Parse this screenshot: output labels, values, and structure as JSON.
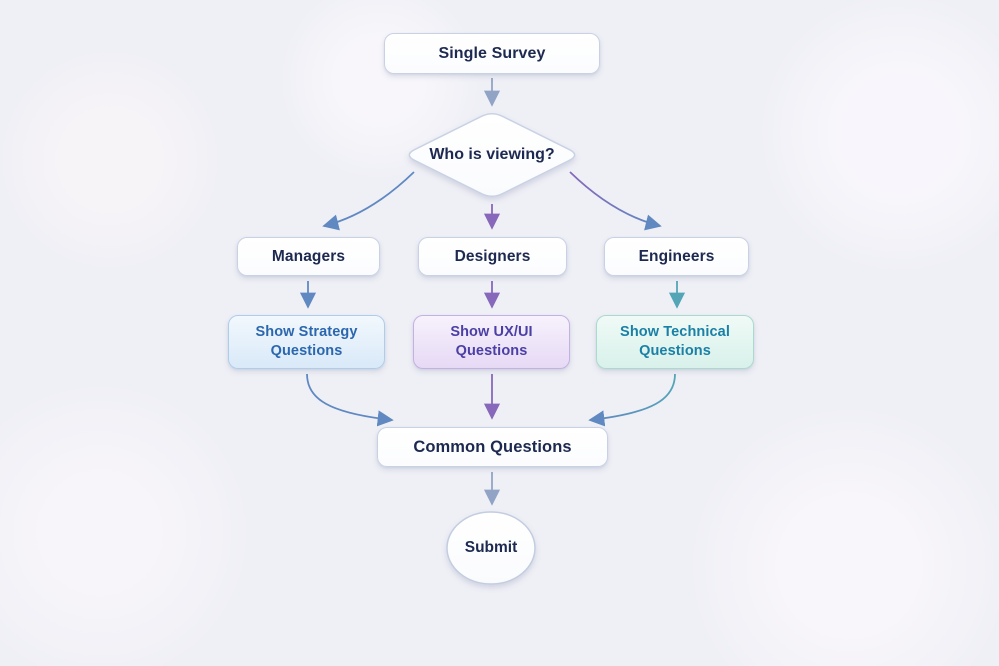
{
  "diagram_type": "flowchart",
  "nodes": {
    "start": {
      "label": "Single Survey",
      "shape": "rounded-rect"
    },
    "decision": {
      "label": "Who is viewing?",
      "shape": "diamond"
    },
    "managers": {
      "label": "Managers",
      "shape": "rounded-rect"
    },
    "designers": {
      "label": "Designers",
      "shape": "rounded-rect"
    },
    "engineers": {
      "label": "Engineers",
      "shape": "rounded-rect"
    },
    "strategy": {
      "label": "Show Strategy Questions",
      "shape": "rounded-rect",
      "accent": "#2b67ae"
    },
    "uxui": {
      "label": "Show UX/UI Questions",
      "shape": "rounded-rect",
      "accent": "#4b3fa5"
    },
    "technical": {
      "label": "Show Technical Questions",
      "shape": "rounded-rect",
      "accent": "#1a80a6"
    },
    "common": {
      "label": "Common Questions",
      "shape": "rounded-rect"
    },
    "submit": {
      "label": "Submit",
      "shape": "ellipse"
    }
  },
  "edges": [
    {
      "from": "start",
      "to": "decision",
      "color": "#92a4c6"
    },
    {
      "from": "decision",
      "to": "managers",
      "color": "#6089c2"
    },
    {
      "from": "decision",
      "to": "designers",
      "color": "#8768ba"
    },
    {
      "from": "decision",
      "to": "engineers",
      "color": "#8768ba-#6089c2"
    },
    {
      "from": "managers",
      "to": "strategy",
      "color": "#6089c2"
    },
    {
      "from": "designers",
      "to": "uxui",
      "color": "#8768ba"
    },
    {
      "from": "engineers",
      "to": "technical",
      "color": "#54a6b6"
    },
    {
      "from": "strategy",
      "to": "common",
      "color": "#6089c2"
    },
    {
      "from": "uxui",
      "to": "common",
      "color": "#8768ba"
    },
    {
      "from": "technical",
      "to": "common",
      "color": "#54a6b6-#6089c2"
    },
    {
      "from": "common",
      "to": "submit",
      "color": "#92a4c6"
    }
  ],
  "colors": {
    "background": "#eff0f6",
    "node_fill": "#ffffff",
    "node_border": "#c9d2e4",
    "node_text": "#1d2950",
    "arrow_neutral": "#92a4c6",
    "arrow_blue": "#6089c2",
    "arrow_purple": "#8768ba",
    "arrow_teal": "#54a6b6"
  }
}
